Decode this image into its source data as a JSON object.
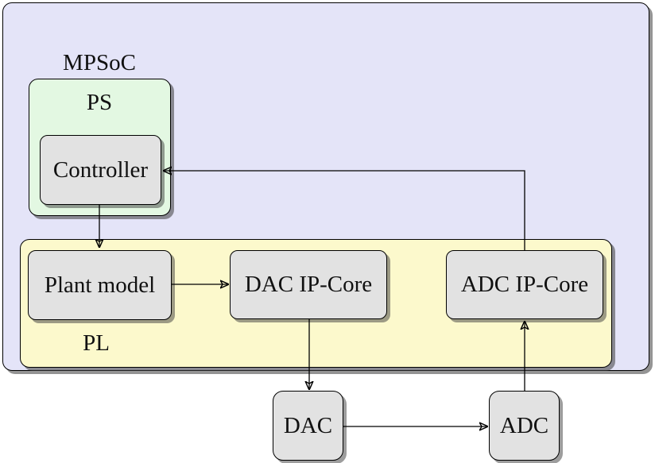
{
  "nodes": {
    "mpsoc": {
      "label": "MPSoC"
    },
    "ps": {
      "label": "PS"
    },
    "pl": {
      "label": "PL"
    },
    "controller": {
      "label": "Controller"
    },
    "plant_model": {
      "label": "Plant model"
    },
    "dac_ip_core": {
      "label": "DAC IP-Core"
    },
    "adc_ip_core": {
      "label": "ADC IP-Core"
    },
    "dac": {
      "label": "DAC"
    },
    "adc": {
      "label": "ADC"
    }
  },
  "edges": [
    {
      "from": "Controller",
      "to": "Plant model"
    },
    {
      "from": "Plant model",
      "to": "DAC IP-Core"
    },
    {
      "from": "DAC IP-Core",
      "to": "DAC"
    },
    {
      "from": "DAC",
      "to": "ADC"
    },
    {
      "from": "ADC",
      "to": "ADC IP-Core"
    },
    {
      "from": "ADC IP-Core",
      "to": "Controller"
    }
  ],
  "colors": {
    "mpsoc_fill": "#e4e4f8",
    "ps_fill": "#e3f8e2",
    "pl_fill": "#fcf9cc",
    "node_fill": "#e2e2e2",
    "border": "#000000",
    "arrow": "#000000",
    "shadow": "rgba(60,60,60,0.55)"
  }
}
